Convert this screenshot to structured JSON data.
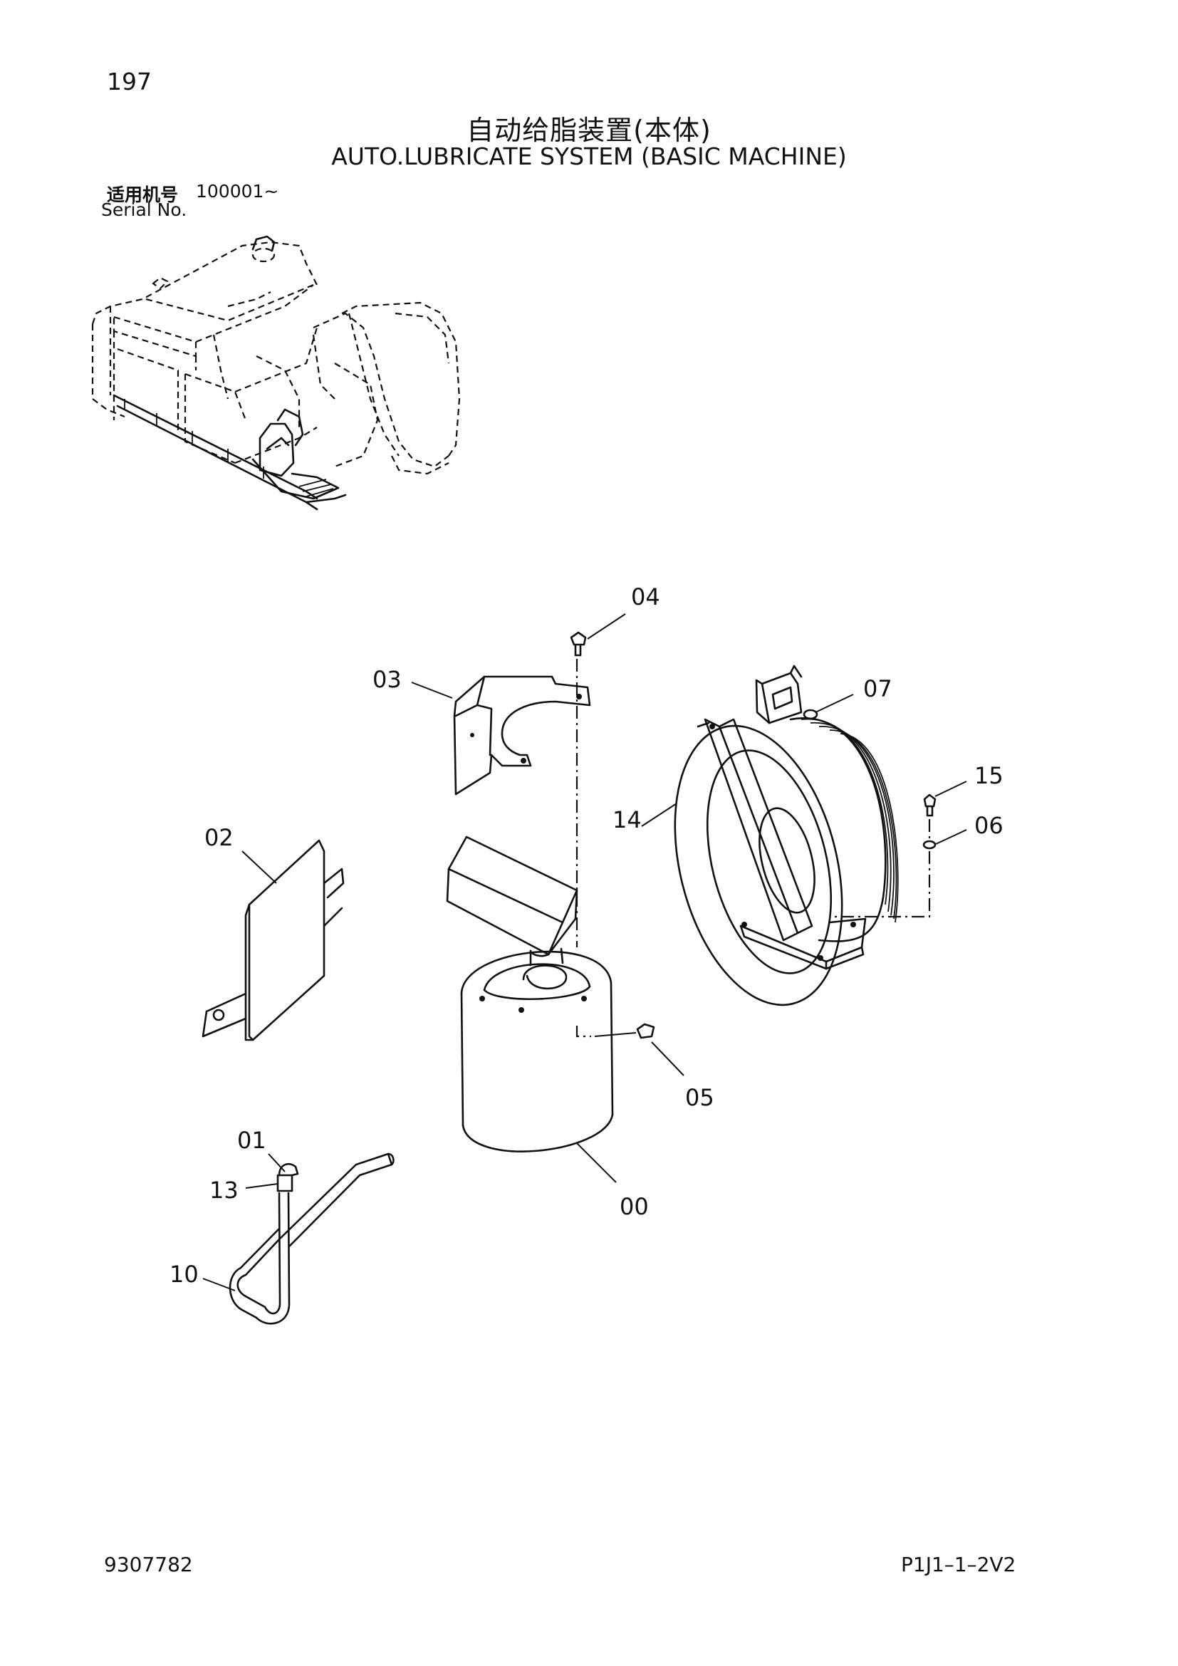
{
  "page_number": "197",
  "title_cn": "自动给脂装置(本体)",
  "title_en": "AUTO.LUBRICATE SYSTEM (BASIC MACHINE)",
  "serial": {
    "label_cn": "适用机号",
    "value": "100001~",
    "label_en": "Serial No."
  },
  "callouts": {
    "c00": "00",
    "c01": "01",
    "c02": "02",
    "c03": "03",
    "c04": "04",
    "c05": "05",
    "c06": "06",
    "c07": "07",
    "c10": "10",
    "c13": "13",
    "c14": "14",
    "c15": "15"
  },
  "footer": {
    "doc_number": "9307782",
    "page_code": "P1J1–1–2V2"
  }
}
